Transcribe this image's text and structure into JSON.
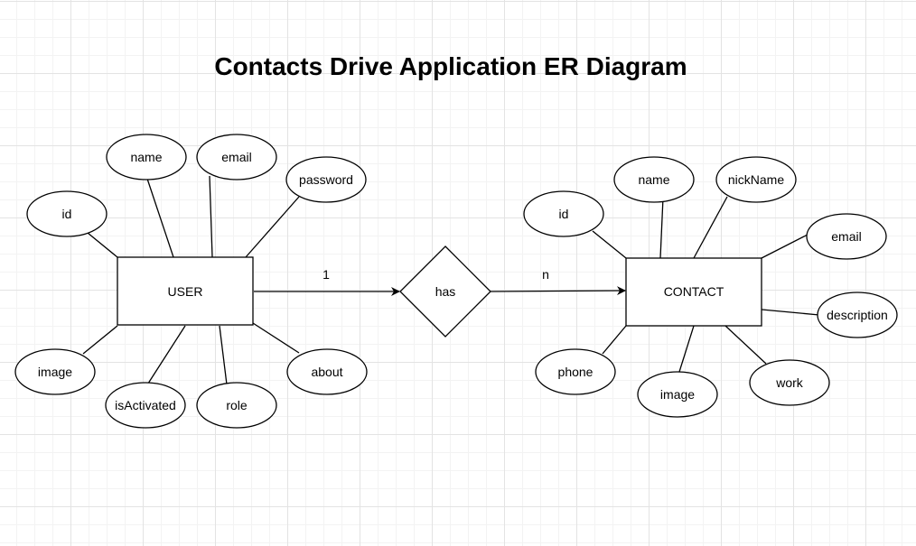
{
  "title": "Contacts Drive Application ER Diagram",
  "colors": {
    "stroke": "#000000",
    "fill": "#ffffff",
    "grid": "#e3e3e3"
  },
  "entities": {
    "user": {
      "name": "USER",
      "attributes": {
        "id": "id",
        "name": "name",
        "email": "email",
        "password": "password",
        "image": "image",
        "is_activated": "isActivated",
        "role": "role",
        "about": "about"
      }
    },
    "contact": {
      "name": "CONTACT",
      "attributes": {
        "id": "id",
        "name": "name",
        "nick_name": "nickName",
        "email": "email",
        "description": "description",
        "phone": "phone",
        "image": "image",
        "work": "work"
      }
    }
  },
  "relationship": {
    "name": "has",
    "cardinality_user": "1",
    "cardinality_contact": "n"
  }
}
